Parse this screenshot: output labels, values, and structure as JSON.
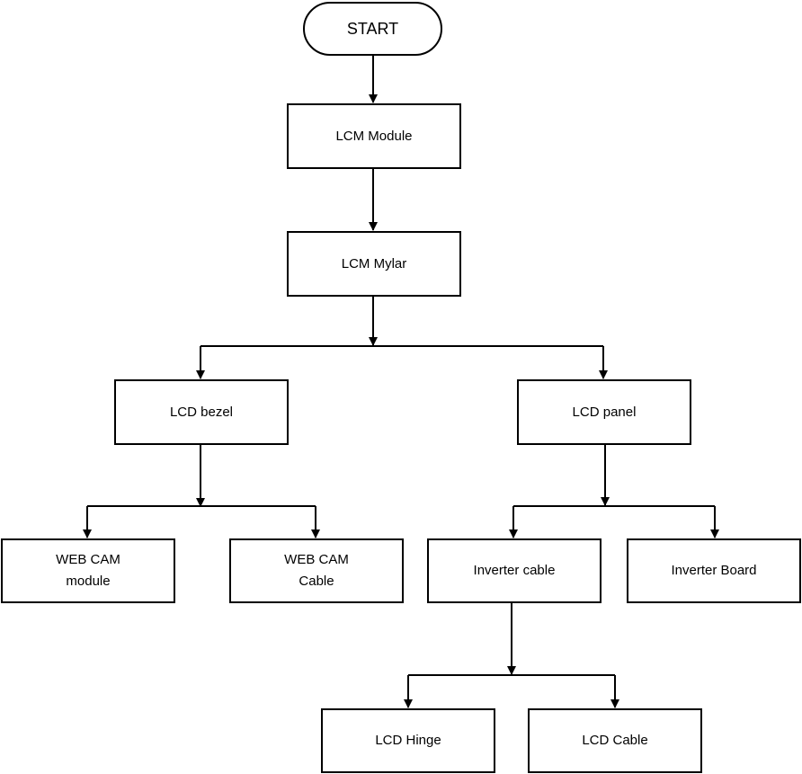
{
  "diagram": {
    "start": "START",
    "nodes": {
      "lcm_module": "LCM Module",
      "lcm_mylar": "LCM Mylar",
      "lcd_bezel": "LCD bezel",
      "lcd_panel": "LCD panel",
      "webcam_module": [
        "WEB CAM",
        "module"
      ],
      "webcam_cable": [
        "WEB CAM",
        "Cable"
      ],
      "inverter_cable": "Inverter cable",
      "inverter_board": "Inverter Board",
      "lcd_hinge": "LCD Hinge",
      "lcd_cable": "LCD Cable"
    }
  }
}
